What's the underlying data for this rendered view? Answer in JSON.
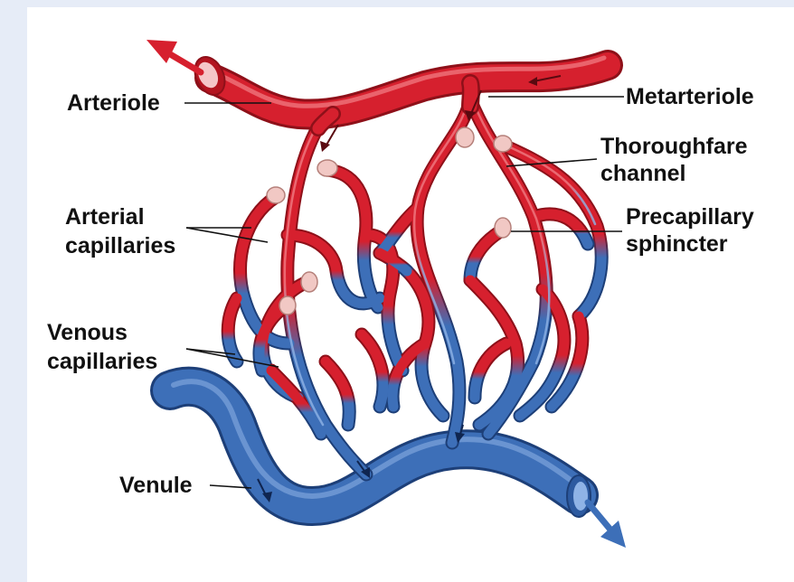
{
  "labels": {
    "arteriole": "Arteriole",
    "metarteriole": "Metarteriole",
    "thoroughfare_1": "Thoroughfare",
    "thoroughfare_2": "channel",
    "arterial_1": "Arterial",
    "arterial_2": "capillaries",
    "precapillary_1": "Precapillary",
    "precapillary_2": "sphincter",
    "venous_1": "Venous",
    "venous_2": "capillaries",
    "venule": "Venule"
  },
  "colors": {
    "artery": "#d6202e",
    "artery_dark": "#8e1019",
    "vein": "#3d6fb8",
    "vein_dark": "#1d3f78",
    "sphincter": "#f1c8c4",
    "background": "#e6ecf7"
  }
}
